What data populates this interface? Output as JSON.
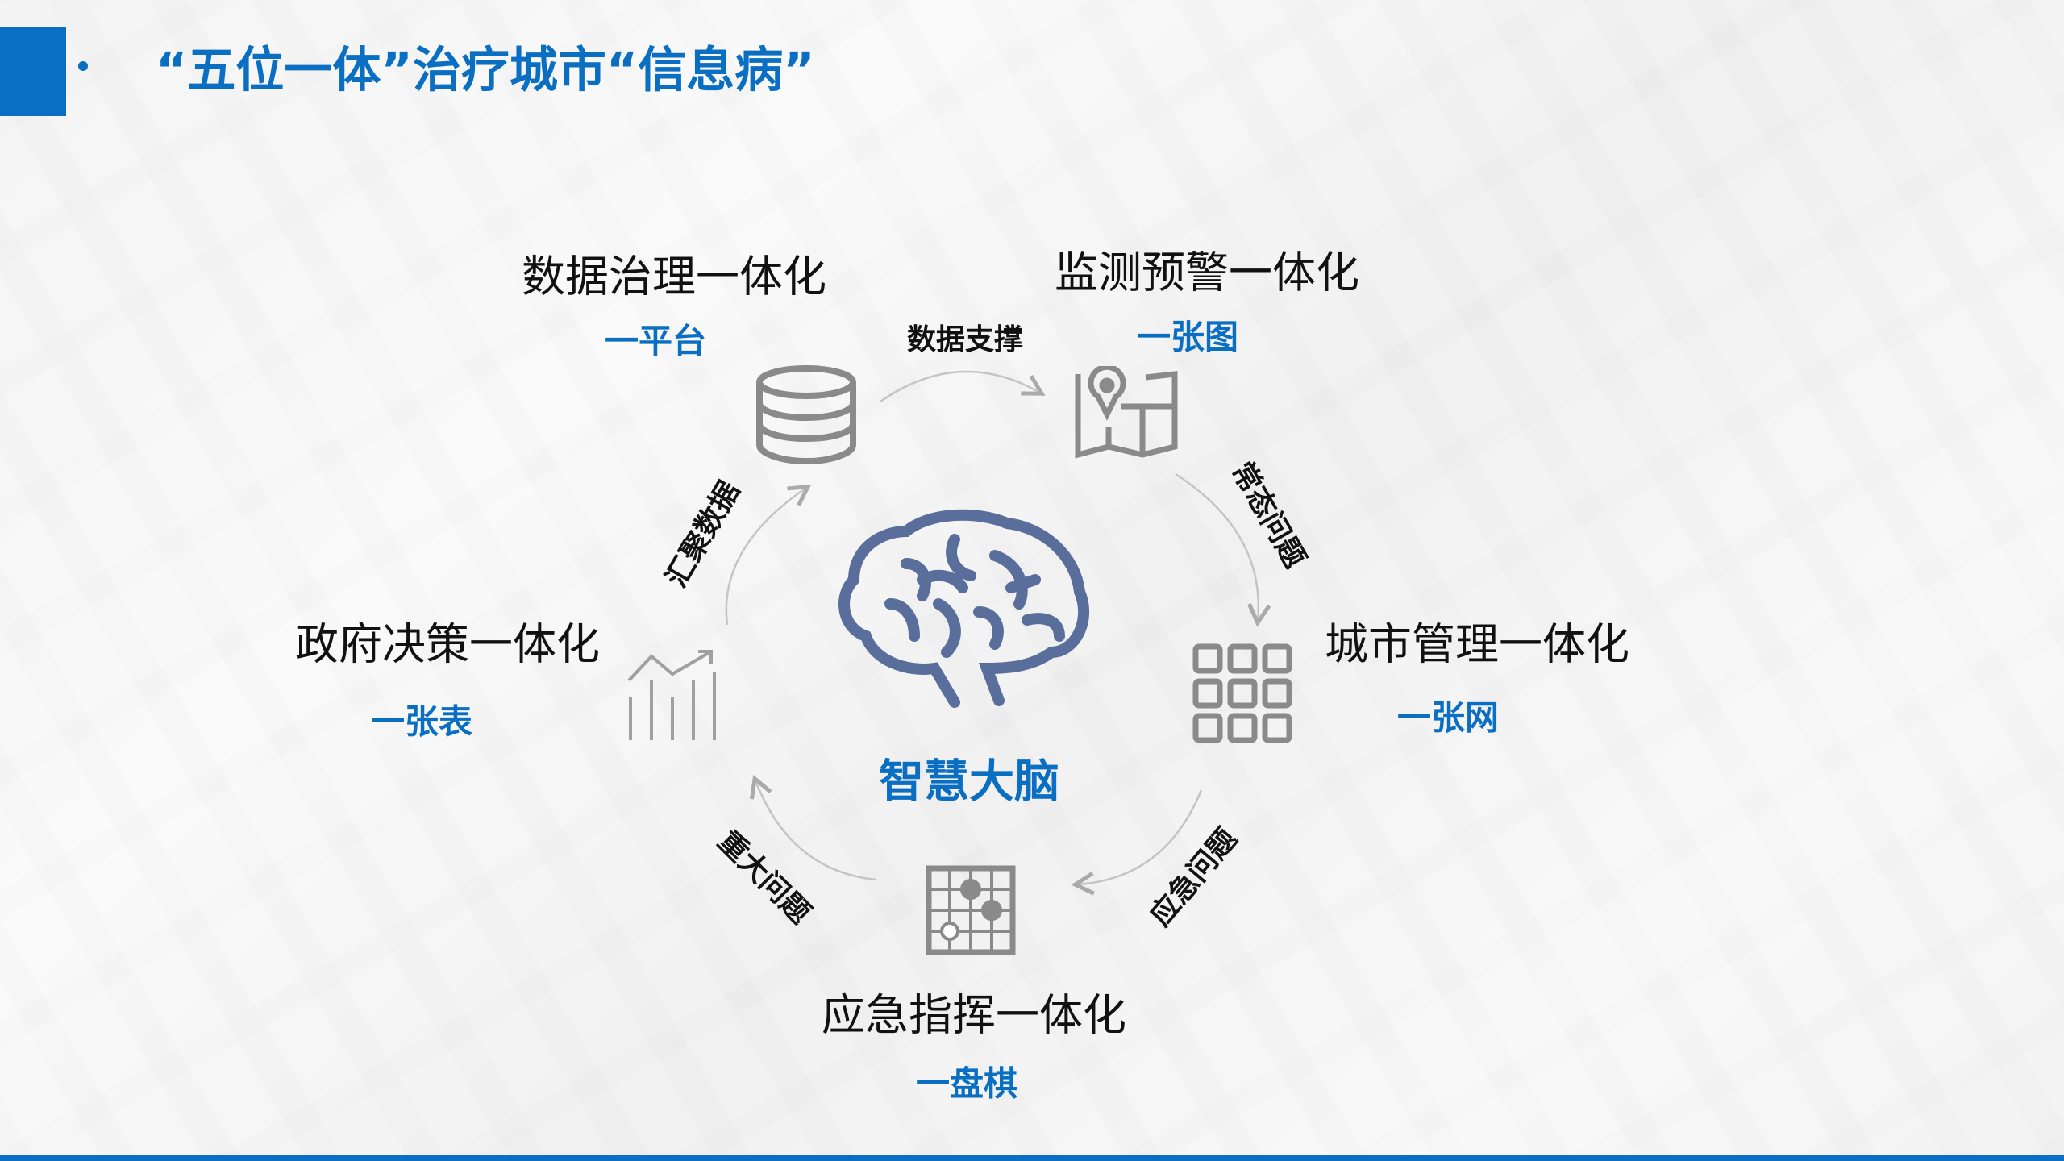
{
  "title": "“五位一体”治疗城市“信息病”",
  "center": {
    "label": "智慧大脑",
    "icon": "brain-icon"
  },
  "nodes": [
    {
      "name": "数据治理一体化",
      "sub": "一平台",
      "icon": "database-icon"
    },
    {
      "name": "监测预警一体化",
      "sub": "一张图",
      "icon": "map-pin-icon"
    },
    {
      "name": "城市管理一体化",
      "sub": "一张网",
      "icon": "grid-icon"
    },
    {
      "name": "应急指挥一体化",
      "sub": "一盘棋",
      "icon": "go-board-icon"
    },
    {
      "name": "政府决策一体化",
      "sub": "一张表",
      "icon": "chart-trend-icon"
    }
  ],
  "flows": [
    "数据支撑",
    "常态问题",
    "应急问题",
    "重大问题",
    "汇聚数据"
  ],
  "colors": {
    "accent": "#0a6fc2",
    "icon": "#8a8a8a",
    "brain": "#5a6e9c"
  }
}
